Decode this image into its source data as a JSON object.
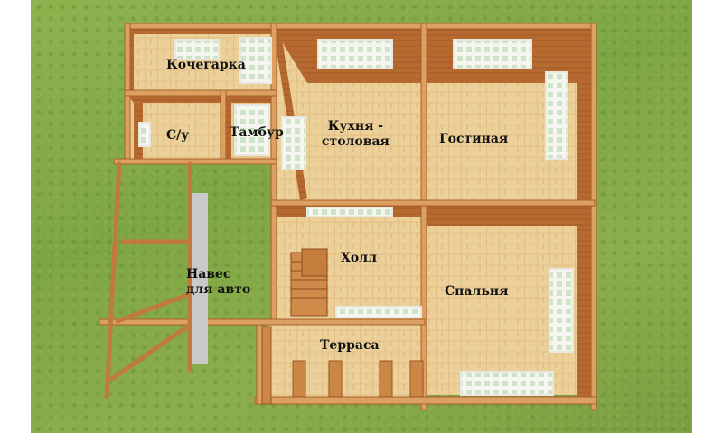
{
  "rooms": {
    "kochegarka": "Кочегарка",
    "su": "С/у",
    "tambur": "Тамбур",
    "kitchen_line1": "Кухня -",
    "kitchen_line2": "столовая",
    "living": "Гостиная",
    "hall": "Холл",
    "naves_line1": "Навес",
    "naves_line2": "для авто",
    "bedroom": "Спальня",
    "terrace": "Терраса"
  },
  "colors": {
    "grass": "#86aa48",
    "floor": "#e9c98f",
    "wall_top": "#d99b5a",
    "wall_face": "#b86d33",
    "window": "#ffffff"
  }
}
